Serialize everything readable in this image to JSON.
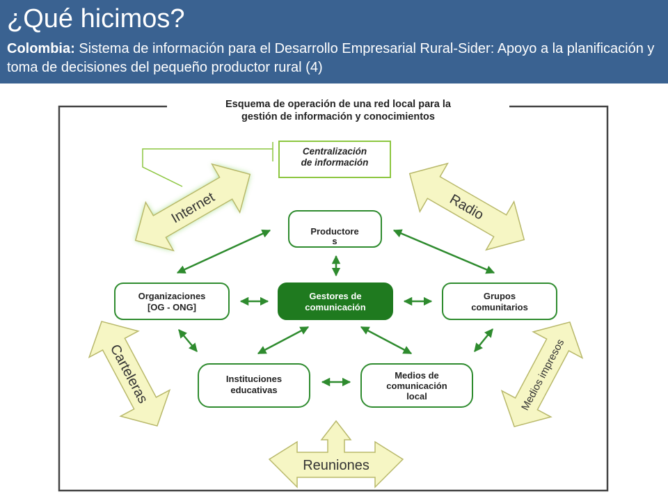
{
  "header": {
    "title": "¿Qué hicimos?",
    "country": "Colombia:",
    "description": "Sistema de información para el Desarrollo Empresarial Rural-Sider: Apoyo a la planificación y toma de decisiones del pequeño productor rural (4)"
  },
  "diagram": {
    "title_line1": "Esquema de operación de una red local para la",
    "title_line2": "gestión de información y conocimientos",
    "centralizacion_line1": "Centralización",
    "centralizacion_line2": "de información",
    "nodes": {
      "productores_line1": "Productore",
      "productores_line2": "s",
      "organizaciones_line1": "Organizaciones",
      "organizaciones_line2": "[OG - ONG]",
      "gestores_line1": "Gestores de",
      "gestores_line2": "comunicación",
      "grupos_line1": "Grupos",
      "grupos_line2": "comunitarios",
      "instituciones_line1": "Instituciones",
      "instituciones_line2": "educativas",
      "medios_line1": "Medios de",
      "medios_line2": "comunicación",
      "medios_line3": "local"
    },
    "media": {
      "internet": "Internet",
      "radio": "Radio",
      "carteleras": "Carteleras",
      "medios_impresos": "Medios impresos",
      "reuniones": "Reuniones"
    },
    "colors": {
      "header_bg": "#3A6291",
      "node_border": "#2E8B2E",
      "center_fill": "#1F7A1F",
      "arrow": "#2E8B2E",
      "media_fill": "#F6F6C4",
      "media_stroke": "#B8B86A",
      "internet_glow": "#9CDA7A"
    }
  }
}
